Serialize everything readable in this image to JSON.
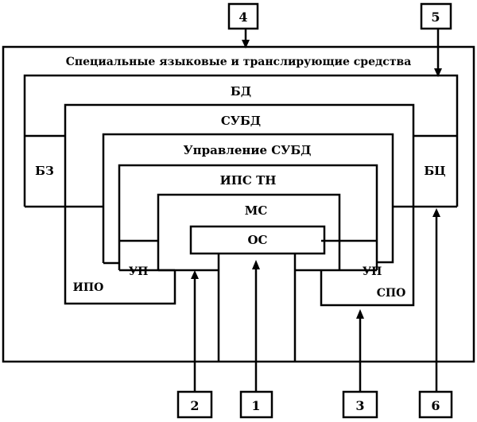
{
  "diagram": {
    "title": "Специальные языковые и транслирующие средства",
    "layers": {
      "bd": "БД",
      "subd": "СУБД",
      "upr_subd": "Управление СУБД",
      "ips_tn": "ИПС ТН",
      "ms": "МС",
      "os": "ОС"
    },
    "side_blocks": {
      "bz": "БЗ",
      "bc": "БЦ",
      "ipo": "ИПО",
      "spo": "СПО",
      "up_left": "УП",
      "up_right": "УП"
    },
    "numbers": {
      "n1": "1",
      "n2": "2",
      "n3": "3",
      "n4": "4",
      "n5": "5",
      "n6": "6"
    }
  }
}
